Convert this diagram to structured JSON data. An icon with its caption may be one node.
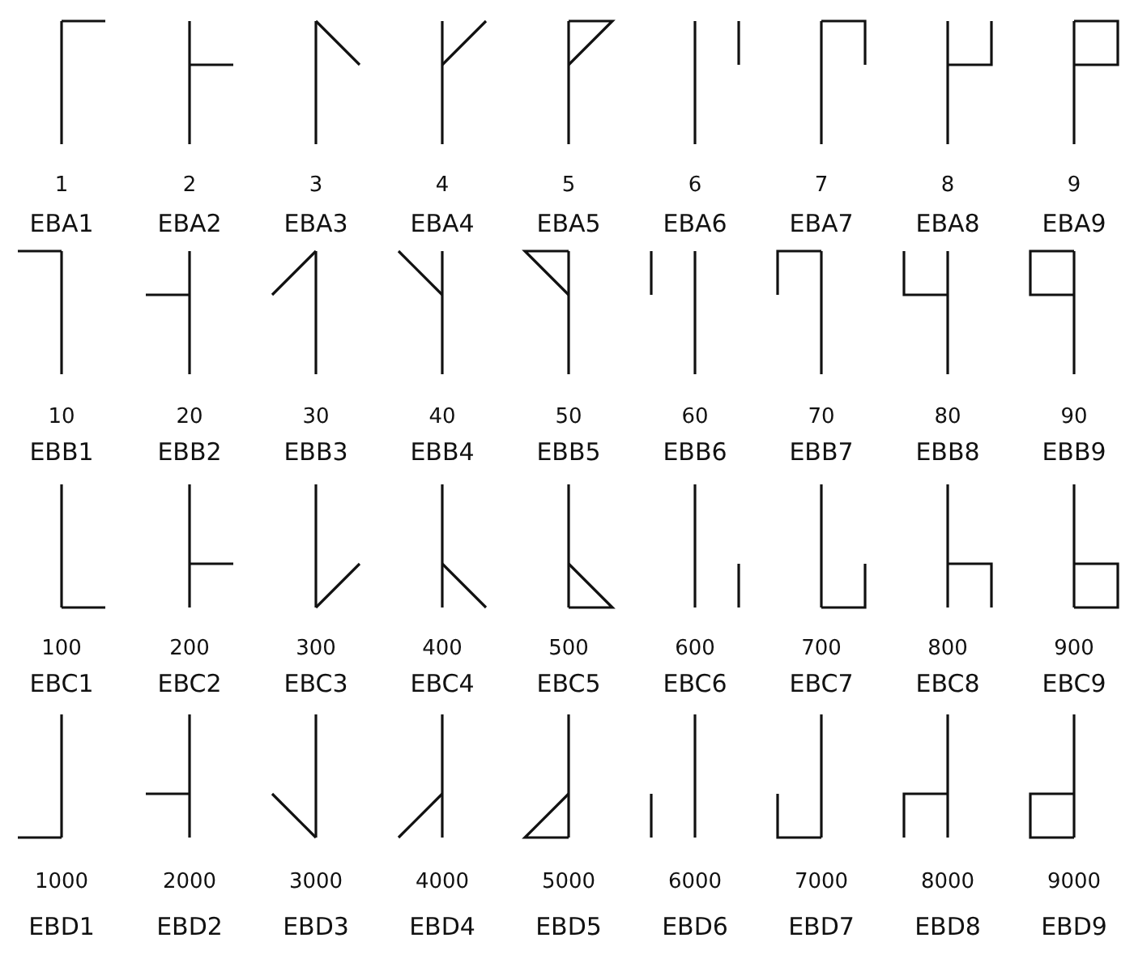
{
  "diagram": {
    "labels": [
      "1",
      "2",
      "3",
      "4",
      "5",
      "6",
      "7",
      "8",
      "9",
      "EBA1",
      "EBA2",
      "EBA3",
      "EBA4",
      "EBA5",
      "EBA6",
      "EBA7",
      "EBA8",
      "EBA9",
      "10",
      "20",
      "30",
      "40",
      "50",
      "60",
      "70",
      "80",
      "90",
      "EBB1",
      "EBB2",
      "EBB3",
      "EBB4",
      "EBB5",
      "EBB6",
      "EBB7",
      "EBB8",
      "EBB9",
      "100",
      "200",
      "300",
      "400",
      "500",
      "600",
      "700",
      "800",
      "900",
      "EBC1",
      "EBC2",
      "EBC3",
      "EBC4",
      "EBC5",
      "EBC6",
      "EBC7",
      "EBC8",
      "EBC9",
      "1000",
      "2000",
      "3000",
      "4000",
      "5000",
      "6000",
      "7000",
      "8000",
      "9000",
      "EBD1",
      "EBD2",
      "EBD3",
      "EBD4",
      "EBD5",
      "EBD6",
      "EBD7",
      "EBD8",
      "EBD9"
    ]
  }
}
